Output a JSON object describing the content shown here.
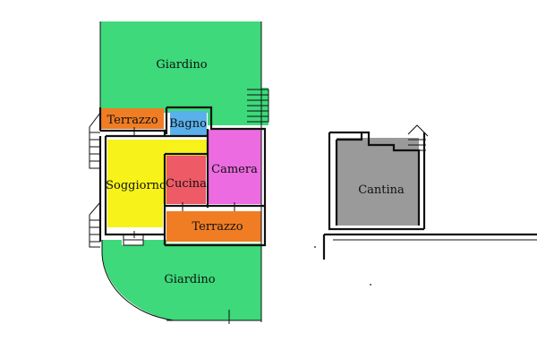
{
  "plan": {
    "rooms": {
      "giardino_top": {
        "label": "Giardino",
        "color": "#3dd97a"
      },
      "terrazzo_top": {
        "label": "Terrazzo",
        "color": "#f07d24"
      },
      "bagno": {
        "label": "Bagno",
        "color": "#5ab0ea"
      },
      "soggiorno": {
        "label": "Soggiorno",
        "color": "#f7f21a"
      },
      "cucina": {
        "label": "Cucina",
        "color": "#ee5a66"
      },
      "camera": {
        "label": "Camera",
        "color": "#ec6be0"
      },
      "terrazzo_bottom": {
        "label": "Terrazzo",
        "color": "#f07d24"
      },
      "giardino_bottom": {
        "label": "Giardino",
        "color": "#3dd97a"
      },
      "cantina": {
        "label": "Cantina",
        "color": "#9a9a9a"
      }
    }
  }
}
